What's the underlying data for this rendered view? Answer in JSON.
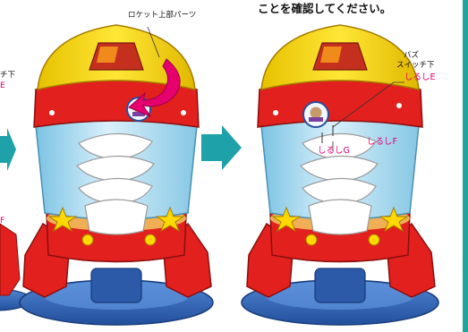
{
  "header": {
    "title": "ことを確認してください。"
  },
  "left_panel": {
    "rocket_top_label": "ロケット上部パーツ",
    "cut_text_1": "チ下",
    "cut_text_2": "E",
    "cut_text_3": "F"
  },
  "right_panel": {
    "buzz_label": "バズ",
    "switch_label": "スイッチ下",
    "mark_e": "しるしE",
    "mark_g": "しるしG",
    "mark_f": "しるしF"
  },
  "colors": {
    "accent_magenta": "#e6006e",
    "arrow_teal": "#1ea1a9",
    "rocket_red": "#e2201e",
    "rocket_yellow": "#ffd800",
    "dome_blue": "#9fd4ea",
    "base_blue": "#3566b5"
  },
  "icons": {
    "step_arrows": "right-arrow-icon",
    "rotate_arrow": "curved-arrow-icon"
  }
}
